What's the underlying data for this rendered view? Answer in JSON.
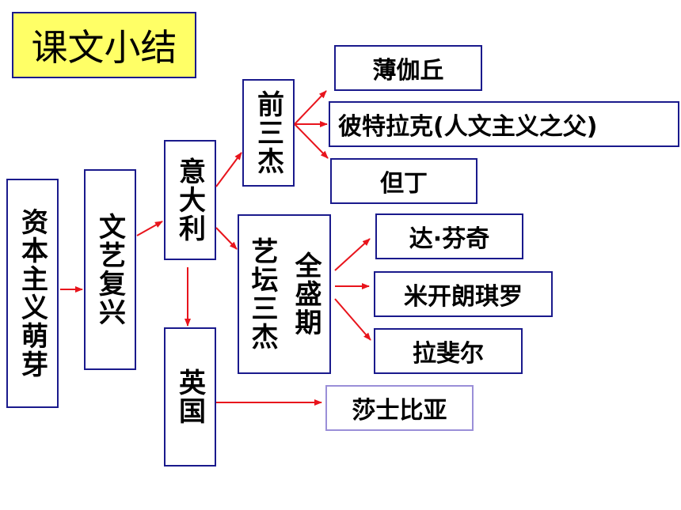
{
  "title": "课文小结",
  "nodes": {
    "capitalism": "资本主义萌芽",
    "renaissance": "文艺复兴",
    "italy": "意大利",
    "early_three": "前三杰",
    "petrarch": "薄伽丘",
    "petrarca": "彼特拉克(人文主义之父)",
    "dante": "但丁",
    "art_three": "艺坛三杰",
    "peak": "全盛期",
    "davinci": "达·芬奇",
    "michelangelo": "米开朗琪罗",
    "raphael": "拉斐尔",
    "england": "英国",
    "shakespeare": "莎士比亚"
  },
  "colors": {
    "arrow": "#e8141c",
    "border": "#1a1a8c",
    "title_bg": "#ffff66"
  }
}
